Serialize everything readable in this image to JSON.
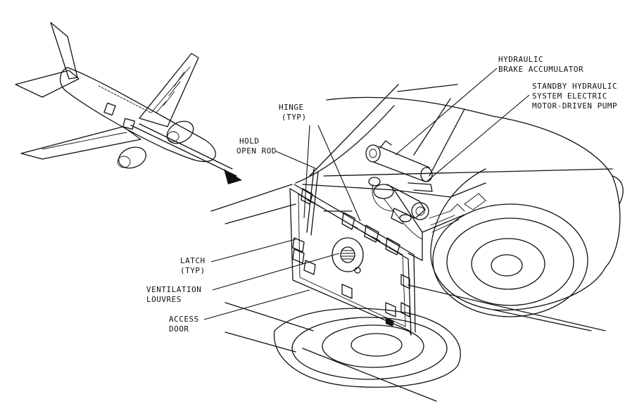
{
  "callouts": {
    "hydraulic_accumulator": [
      "HYDRAULIC",
      "BRAKE ACCUMULATOR"
    ],
    "standby_pump": [
      "STANDBY HYDRAULIC",
      "SYSTEM ELECTRIC",
      "MOTOR-DRIVEN PUMP"
    ],
    "hinge": [
      "HINGE",
      "(TYP)"
    ],
    "hold_open_rod": [
      "HOLD",
      "OPEN ROD"
    ],
    "latch": [
      "LATCH",
      "(TYP)"
    ],
    "ventilation_louvres": [
      "VENTILATION",
      "LOUVRES"
    ],
    "access_door": [
      "ACCESS",
      "DOOR"
    ]
  }
}
